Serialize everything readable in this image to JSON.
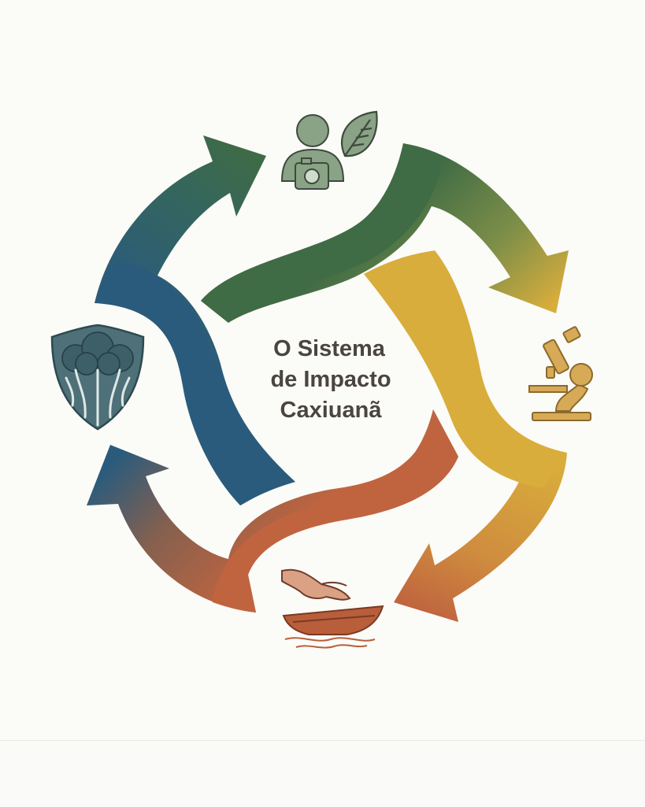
{
  "diagram": {
    "title_lines": [
      "O Sistema",
      "de Impacto",
      "Caxiuanã"
    ],
    "colors": {
      "green": "#3f6b45",
      "yellow": "#d8ad3c",
      "orange": "#c0643f",
      "blue": "#2a5b7c",
      "icon_green": "#7f9a7a",
      "icon_tan": "#cfa152",
      "icon_skin": "#d9927b",
      "icon_boat": "#b85e3a",
      "icon_shield": "#4e7078",
      "title": "#4a4540",
      "background": "#fbfbf7"
    },
    "icons": [
      "photographer-icon",
      "leaf-icon",
      "microscope-icon",
      "hand-icon",
      "boat-icon",
      "shield-tree-icon"
    ]
  }
}
